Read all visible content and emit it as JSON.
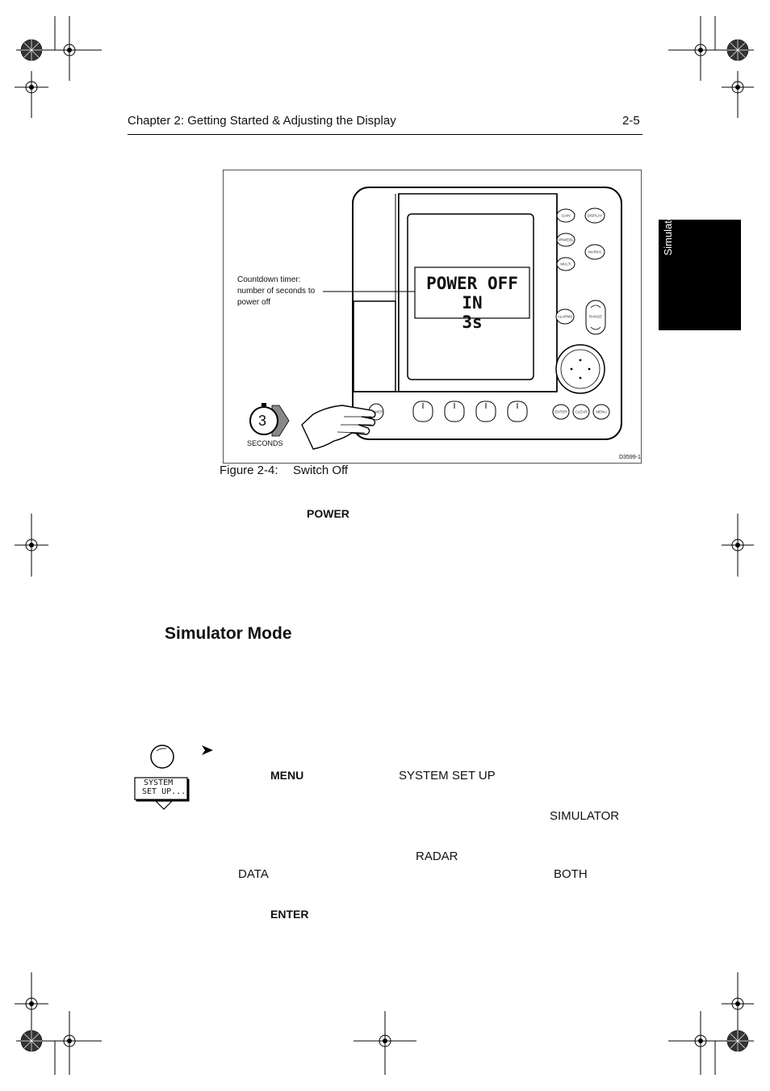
{
  "header": {
    "chapter_title": "Chapter 2: Getting Started & Adjusting the Display",
    "page_number": "2-5"
  },
  "side_tab": {
    "label": "Simulator Mode"
  },
  "figure": {
    "callout_text": "Countdown timer: number of seconds to power off",
    "lcd_line1": "POWER OFF IN",
    "lcd_line2": "3s",
    "timer_digit": "3",
    "timer_label": "SECONDS",
    "figure_id": "D3599-1",
    "buttons": {
      "gain": "GAIN",
      "display": "DISPLAY",
      "vrm_ebl": "VRM/EBL",
      "marks": "MARKS",
      "multi": "MULTI",
      "alarms": "ALARMS",
      "range": "RANGE",
      "power": "POWER",
      "enter": "ENTER",
      "clear": "CLEAR",
      "menu": "MENU"
    },
    "caption_label": "Figure 2-4:",
    "caption_title": "Switch Off"
  },
  "body": {
    "power_keyword": "POWER",
    "section_title": "Simulator Mode",
    "menu_keyword": "MENU",
    "system_set_up": "SYSTEM SET UP",
    "simulator_option": "SIMULATOR",
    "radar_option": "RADAR",
    "data_option": "DATA",
    "both_option": "BOTH",
    "enter_keyword": "ENTER",
    "softkey_label_line1": "SYSTEM",
    "softkey_label_line2": "SET UP..."
  }
}
